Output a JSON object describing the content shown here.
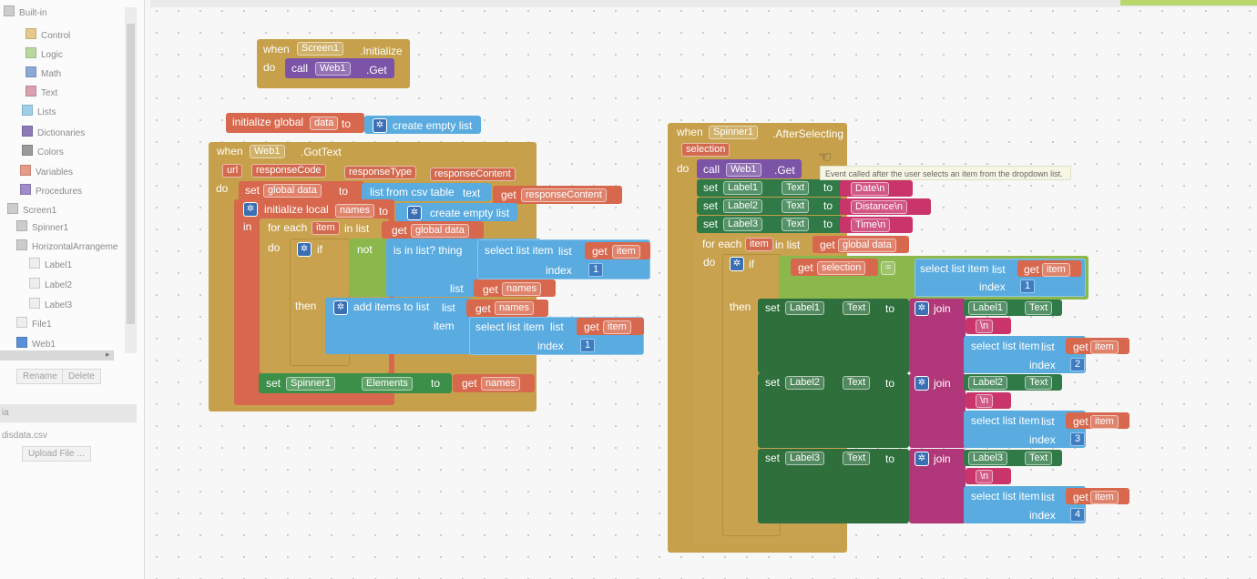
{
  "sidebar": {
    "tree": [
      {
        "label": "Built-in",
        "color": "#cccccc"
      },
      {
        "label": "Control",
        "color": "#e6c88a"
      },
      {
        "label": "Logic",
        "color": "#b9d8a0"
      },
      {
        "label": "Math",
        "color": "#8ca9d6"
      },
      {
        "label": "Text",
        "color": "#d9a0b0"
      },
      {
        "label": "Lists",
        "color": "#9fd0ea"
      },
      {
        "label": "Dictionaries",
        "color": "#8c7ab8"
      },
      {
        "label": "Colors",
        "color": "#9a9a9a"
      },
      {
        "label": "Variables",
        "color": "#e59a8a"
      },
      {
        "label": "Procedures",
        "color": "#a08cc8"
      },
      {
        "label": "Screen1",
        "color": "#cccccc"
      },
      {
        "label": "Spinner1",
        "color": "#cccccc"
      },
      {
        "label": "HorizontalArrangeme",
        "color": "#cccccc"
      },
      {
        "label": "Label1",
        "color": "#eeeeee"
      },
      {
        "label": "Label2",
        "color": "#eeeeee"
      },
      {
        "label": "Label3",
        "color": "#eeeeee"
      },
      {
        "label": "File1",
        "color": "#eeeeee"
      },
      {
        "label": "Web1",
        "color": "#5b8fd8"
      }
    ],
    "rename_button": "Rename",
    "delete_button": "Delete",
    "media_header": "ia",
    "media_file": "disdata.csv",
    "upload_button": "Upload File ..."
  },
  "blocks": {
    "init": {
      "when": "when",
      "component": "Screen1",
      "event": ".Initialize",
      "do": "do",
      "call": "call",
      "web": "Web1",
      "method": ".Get"
    },
    "global": {
      "label": "initialize global",
      "name": "data",
      "to": "to",
      "create": "create empty list"
    },
    "gottext": {
      "when": "when",
      "component": "Web1",
      "event": ".GotText",
      "params": [
        "url",
        "responseCode",
        "responseType",
        "responseContent"
      ],
      "do": "do",
      "set": "set",
      "setvar": "global data",
      "to": "to",
      "csv": "list from csv table",
      "text": "text",
      "get": "get",
      "resp": "responseContent",
      "local_label": "initialize local",
      "local_name": "names",
      "local_to": "to",
      "local_create": "create empty list",
      "in": "in",
      "foreach": "for each",
      "item": "item",
      "inlist": "in list",
      "get2": "get",
      "global_data": "global data",
      "do2": "do",
      "if": "if",
      "not": "not",
      "isinlist": "is in list? thing",
      "select": "select list item",
      "list": "list",
      "get_item": "get",
      "item_var": "item",
      "index": "index",
      "index_val": "1",
      "list2": "list",
      "get_names": "get",
      "names_var": "names",
      "then": "then",
      "add": "add items to list",
      "list3": "list",
      "get_names2": "get",
      "names_var2": "names",
      "item_lbl": "item",
      "select2": "select list item",
      "list4": "list",
      "get_item2": "get",
      "item_var2": "item",
      "index2": "index",
      "index_val2": "1",
      "set_sp": "set",
      "spinner": "Spinner1",
      "elements": "Elements",
      "to_sp": "to",
      "get_names3": "get",
      "names_var3": "names"
    },
    "spinner": {
      "when": "when",
      "component": "Spinner1",
      "event": ".AfterSelecting",
      "selection": "selection",
      "do": "do",
      "call": "call",
      "web": "Web1",
      "method": ".Get",
      "set": "set",
      "to": "to",
      "text_prop": "Text",
      "labels": [
        "Label1",
        "Label2",
        "Label3"
      ],
      "strings": [
        "Date\\n",
        "Distance\\n",
        "Time\\n"
      ],
      "foreach": "for each",
      "item": "item",
      "inlist": "in list",
      "get": "get",
      "global_data": "global data",
      "do2": "do",
      "if": "if",
      "get_sel": "get",
      "sel_var": "selection",
      "eq": "=",
      "select": "select list item",
      "list": "list",
      "item_var": "item",
      "index": "index",
      "index_val": "1",
      "then": "then",
      "join": "join",
      "newline": "\\n",
      "indices": [
        "2",
        "3",
        "4"
      ]
    }
  },
  "tooltip": "Event called after the user selects an item from the dropdown list."
}
